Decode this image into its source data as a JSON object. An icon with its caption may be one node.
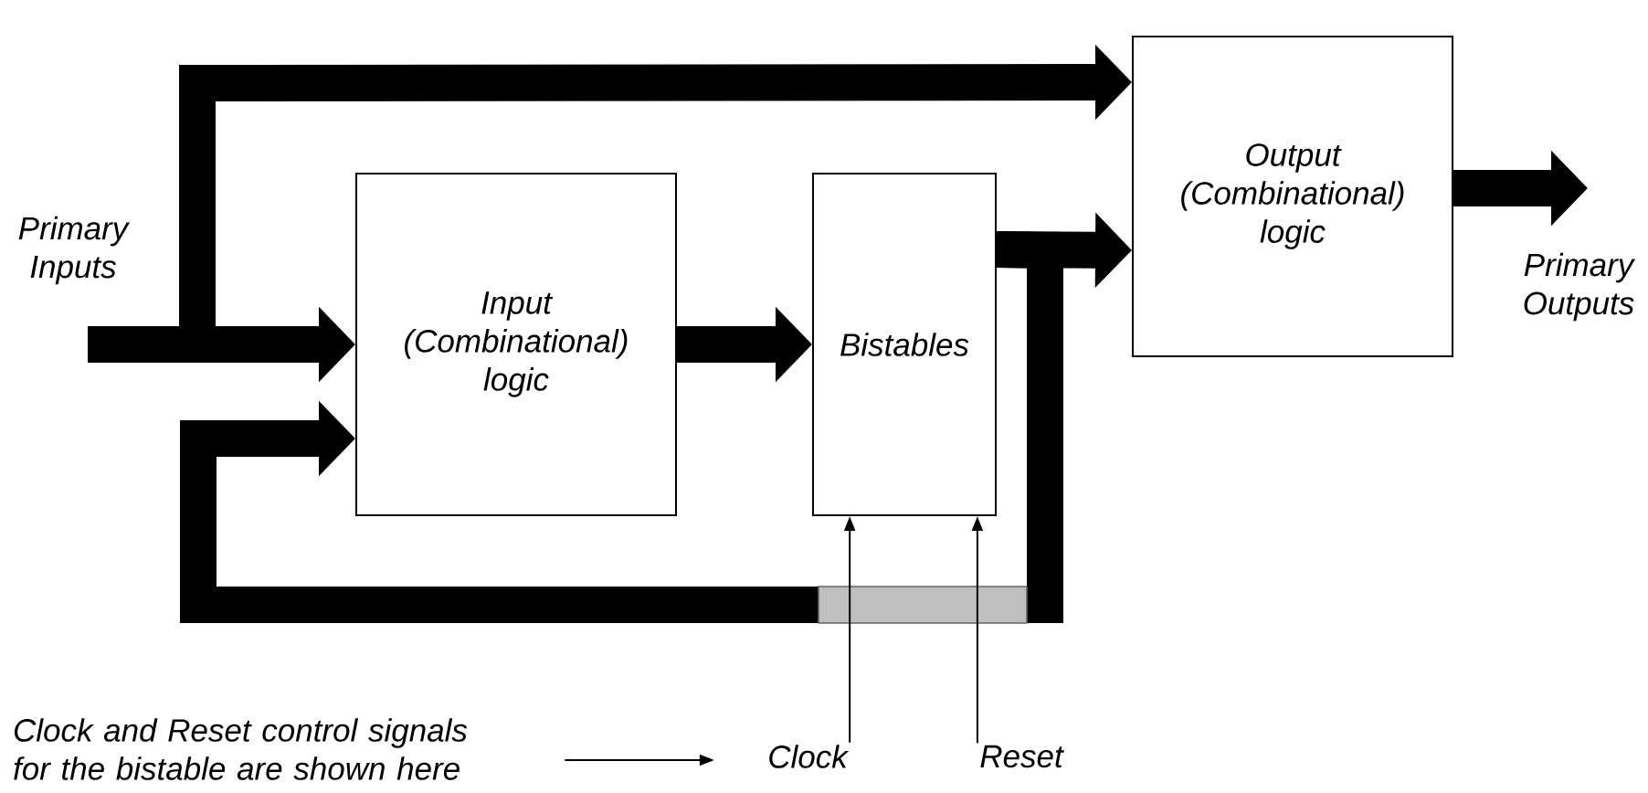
{
  "diagram": {
    "nodes": [
      {
        "text": [
          "Primary Inputs"
        ]
      },
      {
        "text": [
          "Input (Combinational) logic"
        ]
      },
      {
        "text": [
          "Bistables"
        ]
      },
      {
        "text": [
          "Output (Combinational) logic"
        ]
      },
      {
        "text": [
          "Primary Outputs"
        ]
      },
      {
        "text": [
          "Clock and Reset control signals for the bistable are shown here"
        ]
      },
      {
        "text": [
          "Clock"
        ]
      },
      {
        "text": [
          "Reset"
        ]
      }
    ],
    "edges": [
      {
        "from": 0,
        "to": 1,
        "arrow": "to"
      },
      {
        "from": 0,
        "to": 3,
        "arrow": "to"
      },
      {
        "from": 1,
        "to": 2,
        "arrow": "to"
      },
      {
        "from": 2,
        "to": 3,
        "arrow": "to"
      },
      {
        "from": 2,
        "to": 1,
        "arrow": "to"
      },
      {
        "from": 3,
        "to": 4,
        "arrow": "to"
      },
      {
        "from": 6,
        "to": 2,
        "arrow": "to"
      },
      {
        "from": 7,
        "to": 2,
        "arrow": "to"
      },
      {
        "from": 5,
        "to": 6,
        "arrow": "to"
      }
    ]
  }
}
